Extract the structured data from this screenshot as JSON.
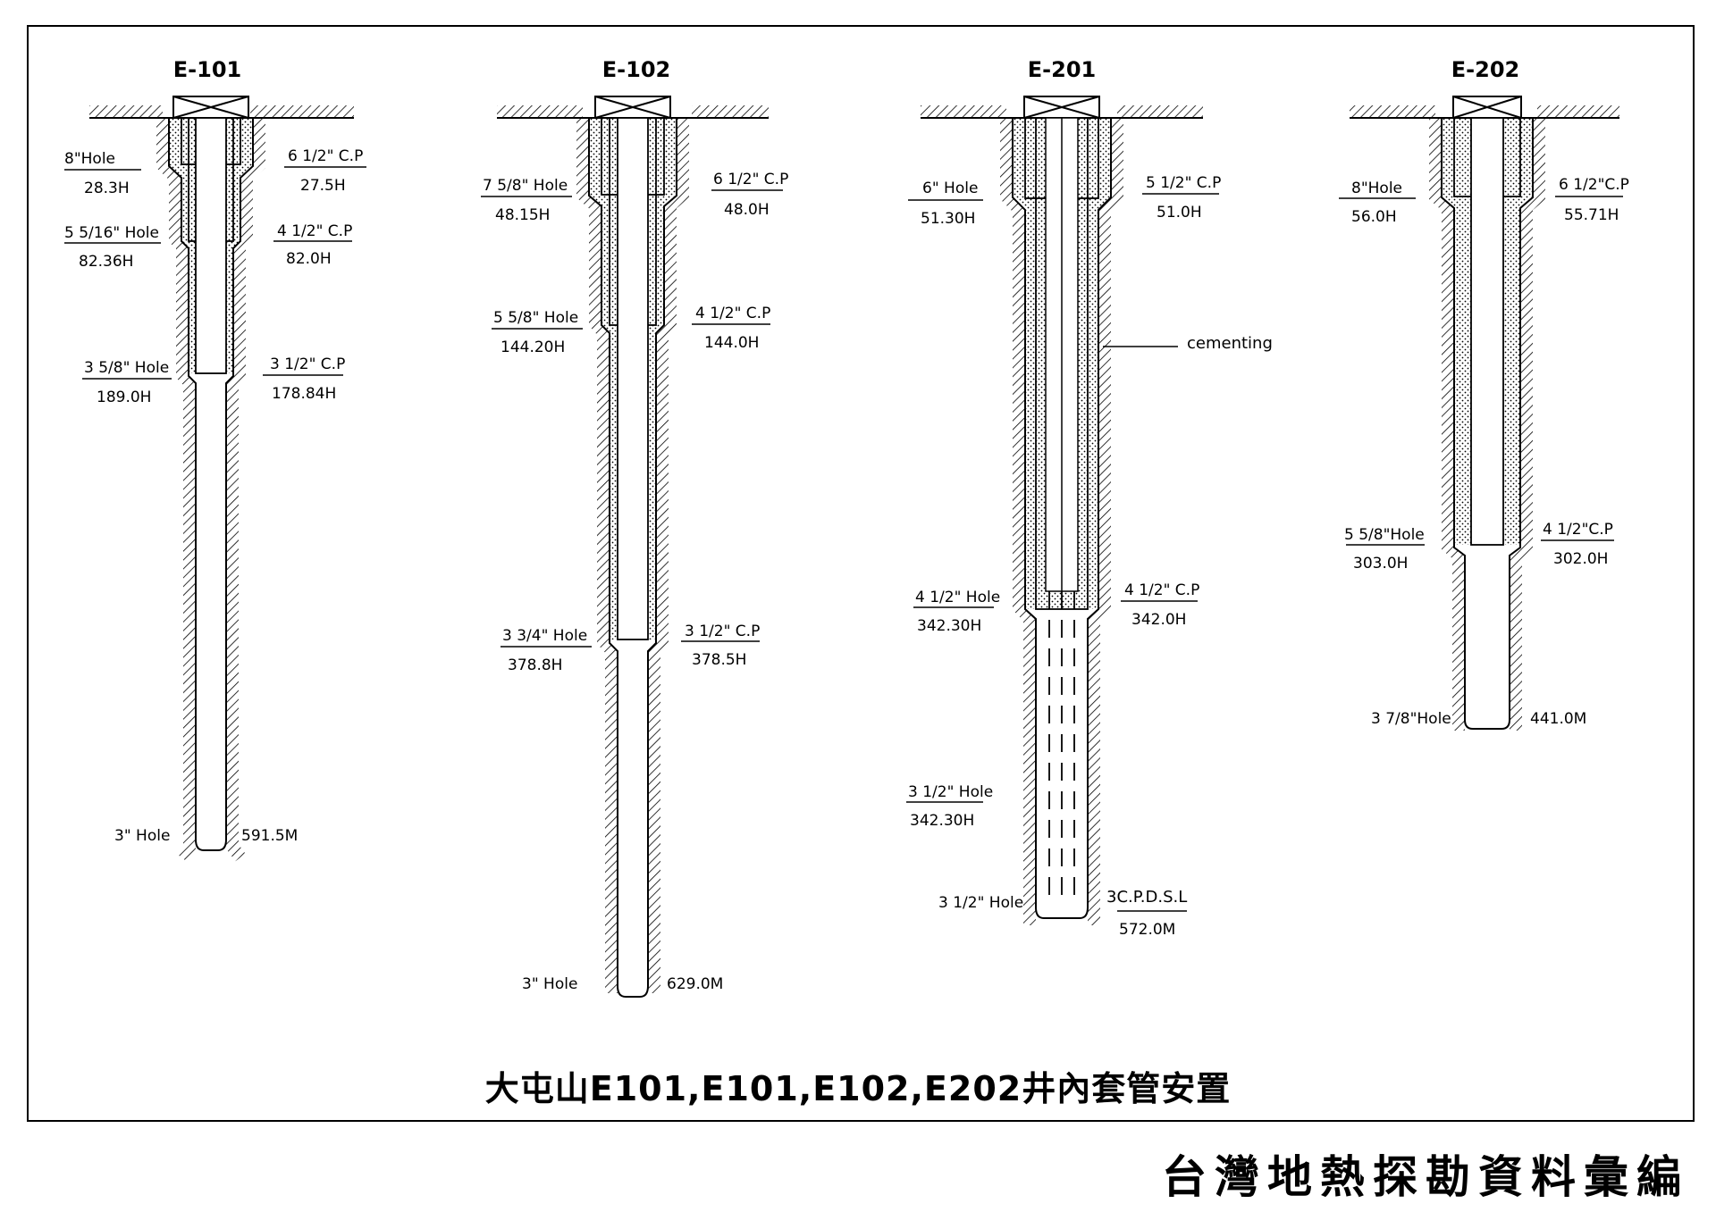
{
  "caption": "大屯山E101,E101,E102,E202井內套管安置",
  "source": "台灣地熱探勘資料彙編",
  "wells": [
    {
      "name": "E-101",
      "holes": [
        {
          "size": "8\"Hole",
          "depth": "28.3H"
        },
        {
          "size": "5 5/16\" Hole",
          "depth": "82.36H"
        },
        {
          "size": "3 5/8\" Hole",
          "depth": "189.0H"
        },
        {
          "size": "3\" Hole",
          "depth": "591.5M"
        }
      ],
      "casings": [
        {
          "size": "6 1/2\" C.P",
          "depth": "27.5H"
        },
        {
          "size": "4 1/2\" C.P",
          "depth": "82.0H"
        },
        {
          "size": "3 1/2\" C.P",
          "depth": "178.84H"
        }
      ]
    },
    {
      "name": "E-102",
      "holes": [
        {
          "size": "7 5/8\" Hole",
          "depth": "48.15H"
        },
        {
          "size": "5 5/8\" Hole",
          "depth": "144.20H"
        },
        {
          "size": "3 3/4\" Hole",
          "depth": "378.8H"
        },
        {
          "size": "3\" Hole",
          "depth": "629.0M"
        }
      ],
      "casings": [
        {
          "size": "6 1/2\" C.P",
          "depth": "48.0H"
        },
        {
          "size": "4 1/2\" C.P",
          "depth": "144.0H"
        },
        {
          "size": "3 1/2\" C.P",
          "depth": "378.5H"
        }
      ]
    },
    {
      "name": "E-201",
      "holes": [
        {
          "size": "6\" Hole",
          "depth": "51.30H"
        },
        {
          "size": "4 1/2\" Hole",
          "depth": "342.30H"
        },
        {
          "size": "3 1/2\" Hole",
          "depth": "342.30H"
        },
        {
          "size": "3 1/2\" Hole",
          "depth": ""
        }
      ],
      "casings": [
        {
          "size": "5 1/2\" C.P",
          "depth": "51.0H"
        },
        {
          "size": "4 1/2\" C.P",
          "depth": "342.0H"
        },
        {
          "size": "3C.P.D.S.L",
          "depth": "572.0M"
        }
      ],
      "annotation": "cementing"
    },
    {
      "name": "E-202",
      "holes": [
        {
          "size": "8\"Hole",
          "depth": "56.0H"
        },
        {
          "size": "5 5/8\"Hole",
          "depth": "303.0H"
        },
        {
          "size": "3 7/8\"Hole",
          "depth": "441.0M"
        }
      ],
      "casings": [
        {
          "size": "6 1/2\"C.P",
          "depth": "55.71H"
        },
        {
          "size": "4 1/2\"C.P",
          "depth": "302.0H"
        }
      ]
    }
  ],
  "colors": {
    "ink": "#000000",
    "paper": "#ffffff"
  }
}
